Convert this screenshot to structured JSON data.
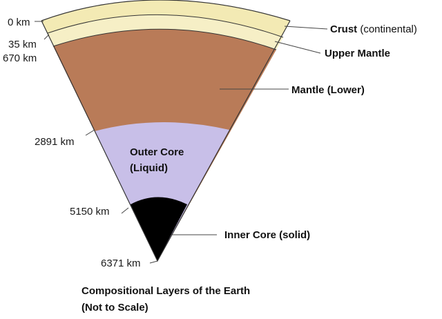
{
  "colors": {
    "crust": "#f3eab4",
    "upper_mantle": "#f6efc6",
    "lower_mantle": "#b97b58",
    "outer_core": "#c8bfe8",
    "inner_core": "#000000",
    "outline": "#333333"
  },
  "depths": {
    "d0": "0 km",
    "d35": "35 km",
    "d670": "670 km",
    "d2891": "2891 km",
    "d5150": "5150 km",
    "d6371": "6371 km"
  },
  "labels": {
    "crust_name": "Crust",
    "crust_qualifier": " (continental)",
    "upper_mantle": "Upper Mantle",
    "mantle_name": "Mantle",
    "mantle_qualifier": "(Lower)",
    "outer_core_line1": "Outer Core",
    "outer_core_line2": "(Liquid)",
    "inner_core": "Inner Core (solid)"
  },
  "title": {
    "line1": "Compositional Layers of the Earth",
    "line2": "(Not to Scale)"
  }
}
